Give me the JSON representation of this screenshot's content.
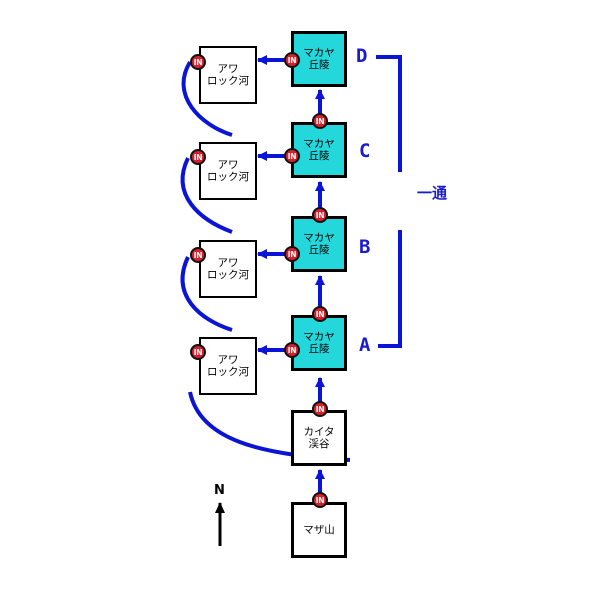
{
  "colors": {
    "connector": "#0a14d6",
    "connector_light": "#b0b8ea",
    "highlight_fill": "#23d7db",
    "node_fill": "#ffffff",
    "badge_fill": "#d8202a",
    "label_color": "#1a1ad0"
  },
  "nodes": {
    "maza": {
      "line1": "マザ山",
      "line2": ""
    },
    "kaita": {
      "line1": "カイタ",
      "line2": "渓谷"
    },
    "makaya_a": {
      "line1": "マカヤ",
      "line2": "丘陵"
    },
    "makaya_b": {
      "line1": "マカヤ",
      "line2": "丘陵"
    },
    "makaya_c": {
      "line1": "マカヤ",
      "line2": "丘陵"
    },
    "makaya_d": {
      "line1": "マカヤ",
      "line2": "丘陵"
    },
    "awarock_1": {
      "line1": "アワ",
      "line2": "ロック河"
    },
    "awarock_2": {
      "line1": "アワ",
      "line2": "ロック河"
    },
    "awarock_3": {
      "line1": "アワ",
      "line2": "ロック河"
    },
    "awarock_4": {
      "line1": "アワ",
      "line2": "ロック河"
    }
  },
  "labels": {
    "a": "A",
    "b": "B",
    "c": "C",
    "d": "D"
  },
  "badge_text": "IN",
  "oneway_label": "一通",
  "compass": {
    "letter": "N",
    "icon": "north-arrow-icon"
  }
}
